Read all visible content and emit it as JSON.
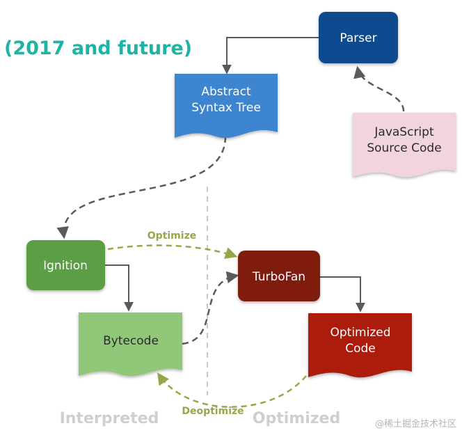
{
  "title": "(2017 and future)",
  "colors": {
    "title": "#1bb5a5",
    "parser": "#0f4c8e",
    "ast": "#3d86cf",
    "js_source": "#f1d4df",
    "ignition": "#5c9e44",
    "bytecode": "#91c779",
    "turbofan": "#7f1a0f",
    "optimized_code": "#ab1d0a",
    "edge_gray": "#5a5a5a",
    "edge_green": "#94a84a",
    "divider": "#c9c9c9",
    "region_label": "#cfcfcf"
  },
  "nodes": {
    "parser": {
      "label": "Parser"
    },
    "ast": {
      "lines": [
        "Abstract",
        "Syntax Tree"
      ]
    },
    "js_source": {
      "lines": [
        "JavaScript",
        "Source Code"
      ]
    },
    "ignition": {
      "label": "Ignition"
    },
    "bytecode": {
      "label": "Bytecode"
    },
    "turbofan": {
      "label": "TurboFan"
    },
    "optimized_code": {
      "lines": [
        "Optimized",
        "Code"
      ]
    }
  },
  "edges": {
    "optimize": "Optimize",
    "deoptimize": "Deoptimize"
  },
  "regions": {
    "interpreted": "Interpreted",
    "optimized": "Optimized"
  },
  "watermark": "@稀土掘金技术社区"
}
